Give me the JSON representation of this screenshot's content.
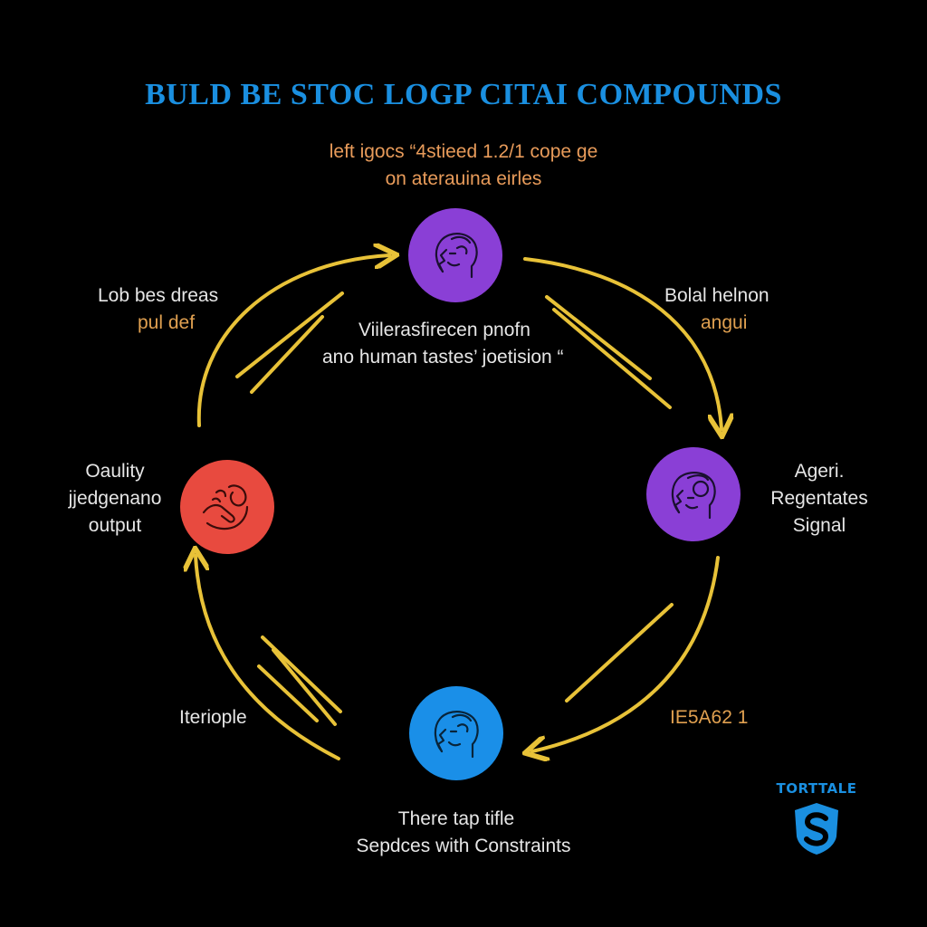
{
  "title": "BULD BE STOC LOGP CITAI COMPOUNDS",
  "subtitle": {
    "line1": "left igocs  “4stieed 1.2/1 cope ge",
    "line2": "on aterauina eirles"
  },
  "center_text": {
    "line1": "Viilerasfirecen pnofn",
    "line2": "ano human tastes’ joetision “"
  },
  "labels": {
    "upper_left": {
      "line1": "Lob bes dreas",
      "line2": "pul def"
    },
    "upper_right": {
      "line1": "Bolal helnon",
      "line2": "angui"
    },
    "left_node": {
      "line1": "Oaulity",
      "line2": "jjedgenano",
      "line3": "output"
    },
    "right_node": {
      "line1": "Ageri.",
      "line2": "Regentates",
      "line3": "Signal"
    },
    "lower_left": "Iteriople",
    "lower_right": "IE5A62 1",
    "bottom_node": {
      "line1": "There tap tifle",
      "line2": "Sepdces with Constraints"
    }
  },
  "logo": {
    "text": "TORTTALE",
    "letter": "S"
  },
  "colors": {
    "title": "#1a8fe0",
    "subtitle": "#e89b5a",
    "label_orange": "#e0a050",
    "label_white": "#e6e6e6",
    "arrow": "#e8c238",
    "node_top": "#8a3fd6",
    "node_right": "#8a3fd6",
    "node_bottom": "#1a8fe8",
    "node_left": "#e84a3f",
    "logo": "#1a8fe0"
  },
  "icons": {
    "node_top": "head-profile-icon",
    "node_right": "head-profile-icon",
    "node_bottom": "head-profile-icon",
    "node_left": "hands-icon"
  }
}
